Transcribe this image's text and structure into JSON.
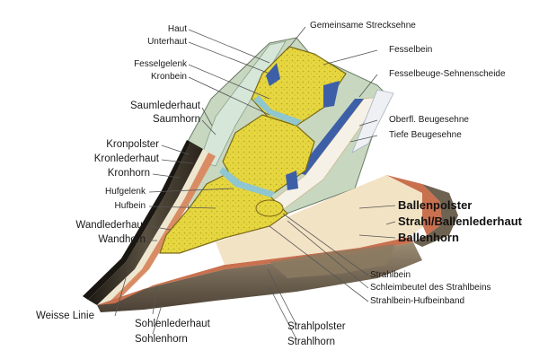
{
  "labels": {
    "haut": "Haut",
    "unterhaut": "Unterhaut",
    "fesselgelenk": "Fesselgelenk",
    "kronbein": "Kronbein",
    "saumlederhaut": "Saumlederhaut",
    "saumhorn": "Saumhorn",
    "kronpolster": "Kronpolster",
    "kronlederhaut": "Kronlederhaut",
    "kronhorn": "Kronhorn",
    "hufgelenk": "Hufgelenk",
    "hufbein": "Hufbein",
    "wandlederhaut": "Wandlederhaut",
    "wandhorn": "Wandhorn",
    "weisse_linie": "Weisse Linie",
    "sohlenlederhaut": "Sohlenlederhaut",
    "sohlenhorn": "Sohlenhorn",
    "strahlpolster": "Strahlpolster",
    "strahlhorn": "Strahlhorn",
    "gemeinsame_strecksehne": "Gemeinsame Strecksehne",
    "fesselbein": "Fesselbein",
    "fesselbeuge_sehnenscheide": "Fesselbeuge-Sehnenscheide",
    "oberfl_beugesehne": "Oberfl. Beugesehne",
    "tiefe_beugesehne": "Tiefe Beugesehne",
    "ballenpolster": "Ballenpolster",
    "strahl_ballenlederhaut": "Strahl/Ballenlederhaut",
    "ballenhorn": "Ballenhorn",
    "strahlbein": "Strahlbein",
    "schleimbeutel": "Schleimbeutel des Strahlbeins",
    "strahlbein_hufbeinband": "Strahlbein-Hufbeinband"
  },
  "colors": {
    "bone": "#e8d84a",
    "cartilage_blue": "#b9dfe3",
    "synovial_blue": "#3c5fa8",
    "tendon_white": "#f4f0e6",
    "dermis_red": "#c9704f",
    "hoof_wall_dark": "#3b3328",
    "digital_cushion": "#f3e3c5",
    "leader_line": "#555555"
  }
}
